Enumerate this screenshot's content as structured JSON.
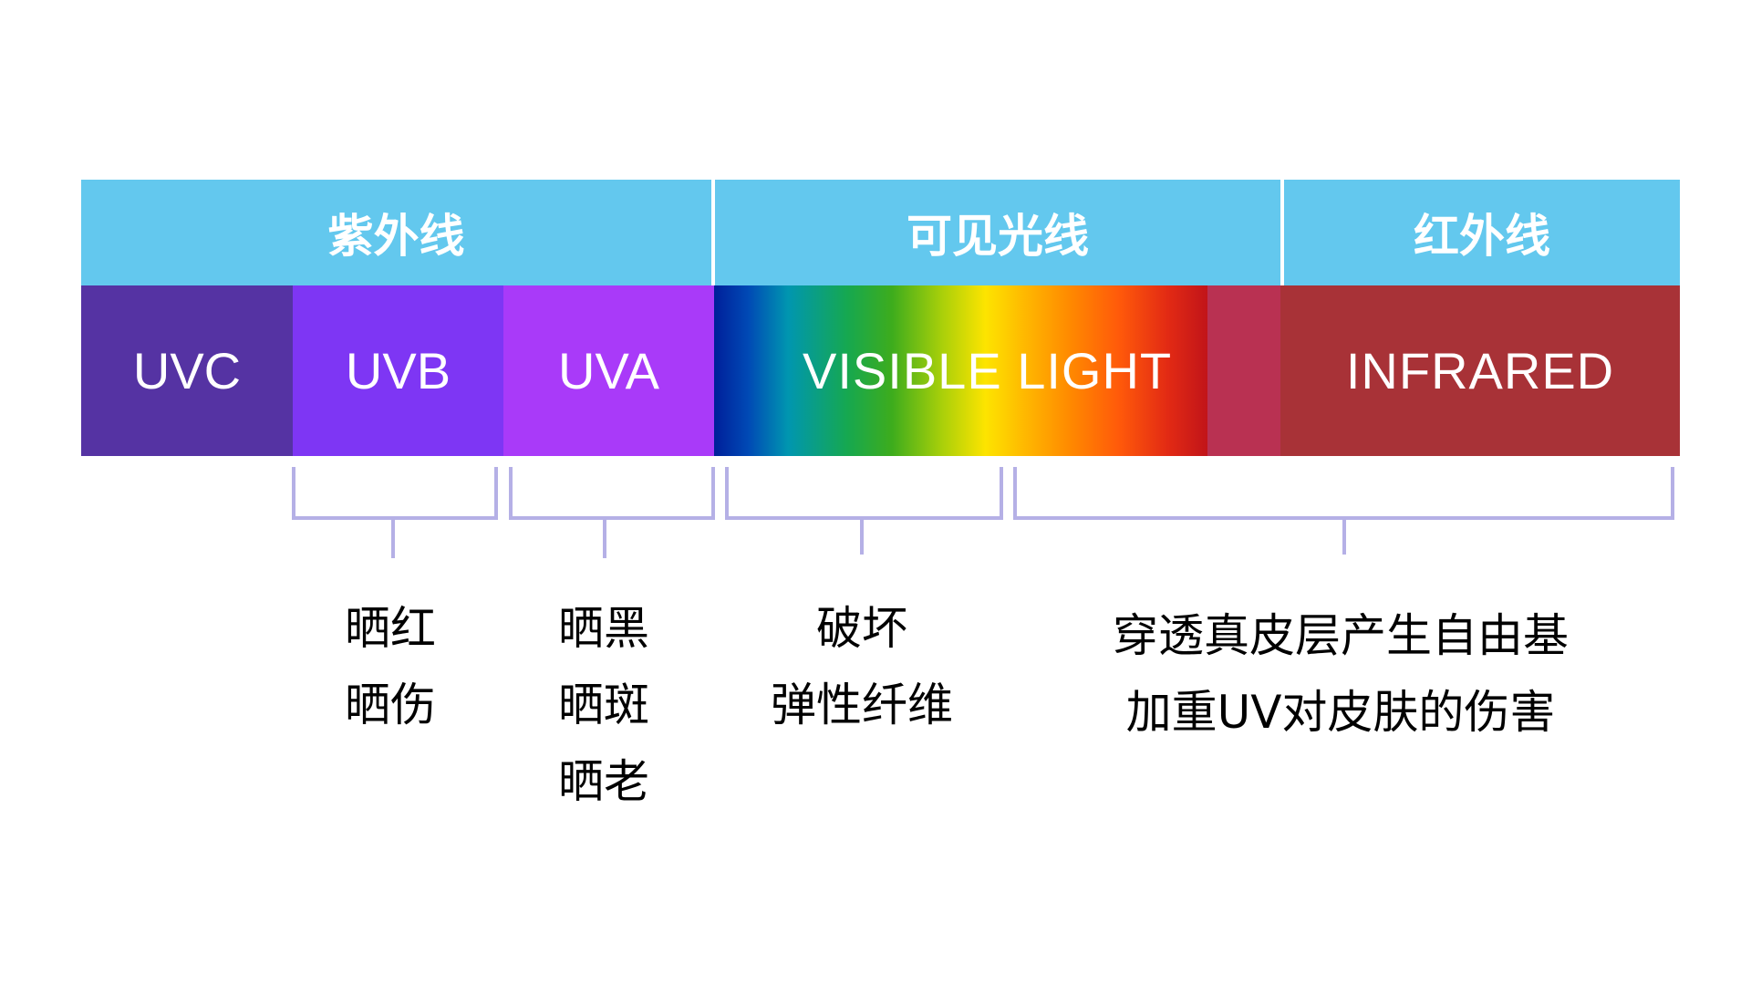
{
  "headers": {
    "ultraviolet": "紫外线",
    "visible": "可见光线",
    "infrared": "红外线"
  },
  "bands": {
    "uvc": "UVC",
    "uvb": "UVB",
    "uva": "UVA",
    "visible": "VISIBLE LIGHT",
    "infrared": "INFRARED"
  },
  "effects": {
    "uvb": [
      "晒红",
      "晒伤"
    ],
    "uva": [
      "晒黑",
      "晒斑",
      "晒老"
    ],
    "visible": [
      "破坏",
      "弹性纤维"
    ],
    "infrared": [
      "穿透真皮层产生自由基",
      "加重UV对皮肤的伤害"
    ]
  },
  "colors": {
    "header": "#63c8ee",
    "uvc": "#5533a3",
    "uvb": "#7e36f4",
    "uva": "#a93af9",
    "infrared": "#a83237",
    "bracket": "#b5b0e6"
  }
}
